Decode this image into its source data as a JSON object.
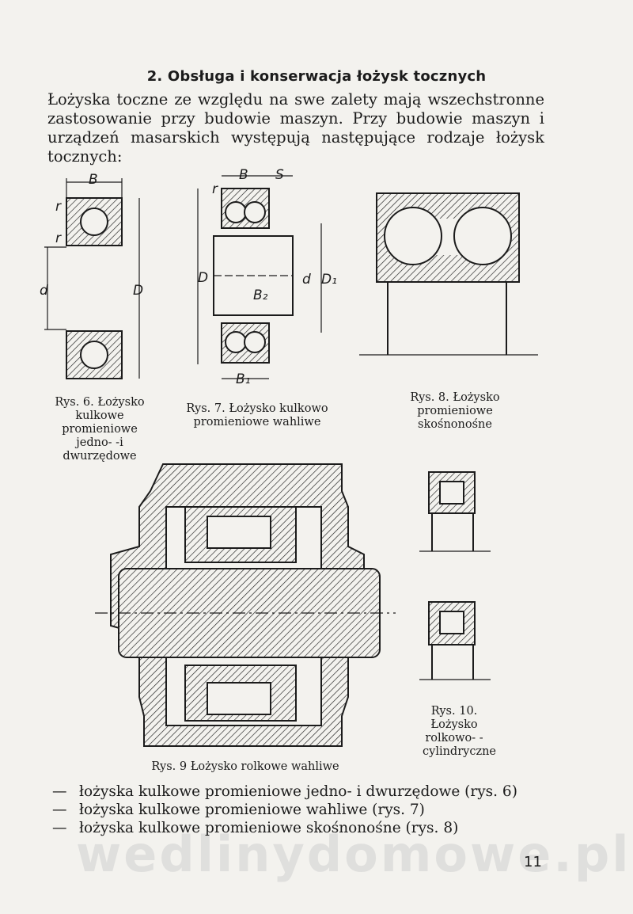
{
  "section": {
    "heading": "2. Obsługa i konserwacja łożysk tocznych",
    "intro": "Łożyska toczne ze względu na swe zalety mają wszechstronne zastosowanie przy budowie maszyn. Przy budowie maszyn i urządzeń masarskich występują następujące rodzaje łożysk tocznych:"
  },
  "figures": {
    "fig6": {
      "caption": "Rys. 6. Łożysko kulkowe promieniowe jedno- -i dwurzędowe",
      "labels": {
        "b": "B",
        "r1": "r",
        "r2": "r",
        "d": "d",
        "D": "D"
      }
    },
    "fig7": {
      "caption": "Rys. 7. Łożysko kulkowo promieniowe wahliwe",
      "labels": {
        "b": "B",
        "s": "S",
        "r": "r",
        "D": "D",
        "d": "d",
        "D1": "D₁",
        "B2": "B₂",
        "B1": "B₁"
      }
    },
    "fig8": {
      "caption": "Rys. 8. Łożysko promieniowe skośnonośne"
    },
    "fig9": {
      "caption": "Rys. 9 Łożysko rolkowe wahliwe"
    },
    "fig10": {
      "caption": "Rys. 10. Łożysko rolkowo- -cylindryczne"
    }
  },
  "list": [
    "łożyska kulkowe promieniowe jedno- i dwurzędowe (rys. 6)",
    "łożyska kulkowe promieniowe wahliwe (rys. 7)",
    "łożyska kulkowe promieniowe skośnonośne (rys. 8)"
  ],
  "list_marker": "—",
  "page_number": "11",
  "watermark": "wedlinydomowe.pl"
}
